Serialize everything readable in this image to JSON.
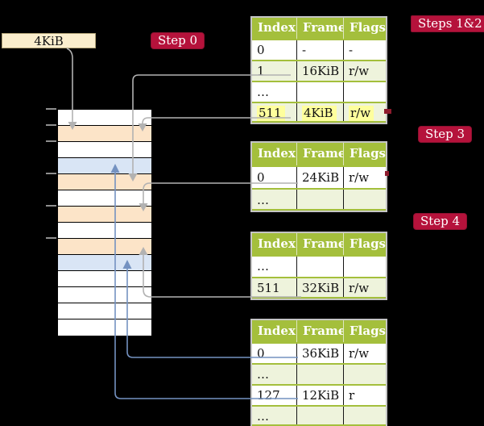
{
  "colors": {
    "background": "#000000",
    "accent_red": "#b5123b",
    "table_header_green": "#a4bf3c",
    "table_row_pale_green": "#eef3dc",
    "memory_page_table_peach": "#fce4c8",
    "memory_mapped_page_blue": "#d9e5f5",
    "highlight_yellow": "#feff9d",
    "frame_box_wheat": "#fbeecd",
    "arrow_gray": "#b2b2b2",
    "arrow_blue": "#7492c1"
  },
  "frame_box": {
    "label": "4KiB"
  },
  "badges": {
    "step0": "Step 0",
    "steps12": "Steps 1&2",
    "step3": "Step 3",
    "step4": "Step 4"
  },
  "tables": [
    {
      "headers": [
        "Index",
        "Frame",
        "Flags"
      ],
      "rows": [
        {
          "index": "0",
          "frame": "-",
          "flags": "-"
        },
        {
          "index": "1",
          "frame": "16KiB",
          "flags": "r/w"
        },
        {
          "index": "…",
          "frame": "",
          "flags": ""
        },
        {
          "index": "511",
          "frame": "4KiB",
          "flags": "r/w"
        }
      ]
    },
    {
      "headers": [
        "Index",
        "Frame",
        "Flags"
      ],
      "rows": [
        {
          "index": "0",
          "frame": "24KiB",
          "flags": "r/w"
        },
        {
          "index": "…",
          "frame": "",
          "flags": ""
        }
      ]
    },
    {
      "headers": [
        "Index",
        "Frame",
        "Flags"
      ],
      "rows": [
        {
          "index": "…",
          "frame": "",
          "flags": ""
        },
        {
          "index": "511",
          "frame": "32KiB",
          "flags": "r/w"
        }
      ]
    },
    {
      "headers": [
        "Index",
        "Frame",
        "Flags"
      ],
      "rows": [
        {
          "index": "0",
          "frame": "36KiB",
          "flags": "r/w"
        },
        {
          "index": "…",
          "frame": "",
          "flags": ""
        },
        {
          "index": "127",
          "frame": "12KiB",
          "flags": "r"
        },
        {
          "index": "…",
          "frame": "",
          "flags": ""
        }
      ]
    }
  ]
}
